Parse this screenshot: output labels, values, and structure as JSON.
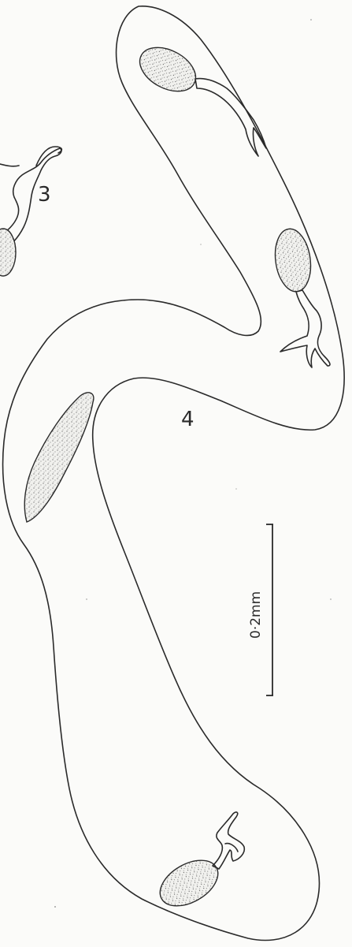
{
  "figure_labels": {
    "specimen_3": "3",
    "specimen_4": "4"
  },
  "scale_bar": {
    "label": "0·2mm"
  }
}
